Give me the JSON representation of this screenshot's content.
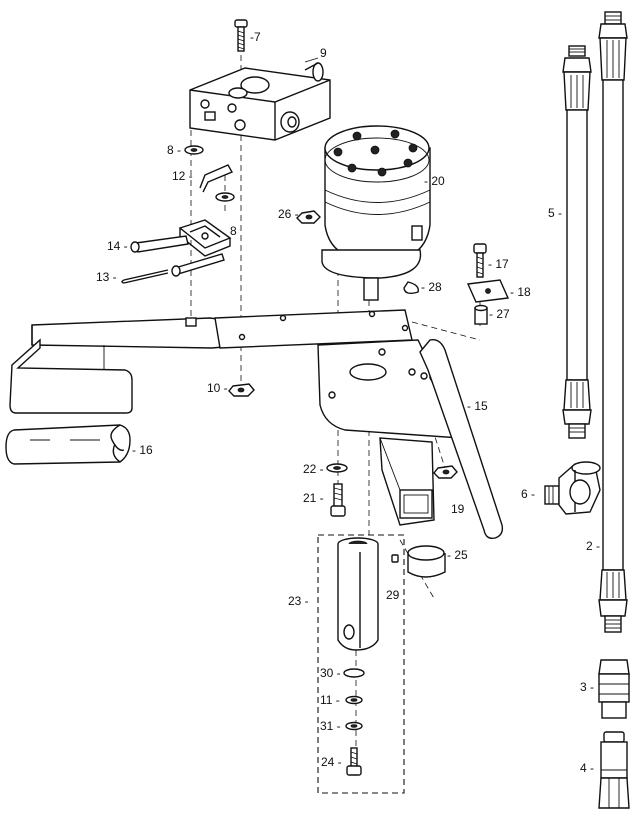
{
  "callouts": {
    "c2": "2 -",
    "c3": "3 -",
    "c4": "4 -",
    "c5": "5 -",
    "c6": "6 -",
    "c7": "-7",
    "c8a": "8 -",
    "c8b": "8",
    "c9": "9",
    "c10": "10 -",
    "c11": "11 -",
    "c12": "12 -",
    "c13": "13 -",
    "c14": "14 -",
    "c15": "- 15",
    "c16": "- 16",
    "c17": "- 17",
    "c18": "- 18",
    "c19": "19",
    "c20": "- 20",
    "c21": "21 -",
    "c22": "22 -",
    "c23": "23 -",
    "c24": "24 -",
    "c25": "- 25",
    "c26": "26 -",
    "c27": "- 27",
    "c28": "- 28",
    "c29": "29",
    "c30": "30 -",
    "c31": "31 -"
  }
}
